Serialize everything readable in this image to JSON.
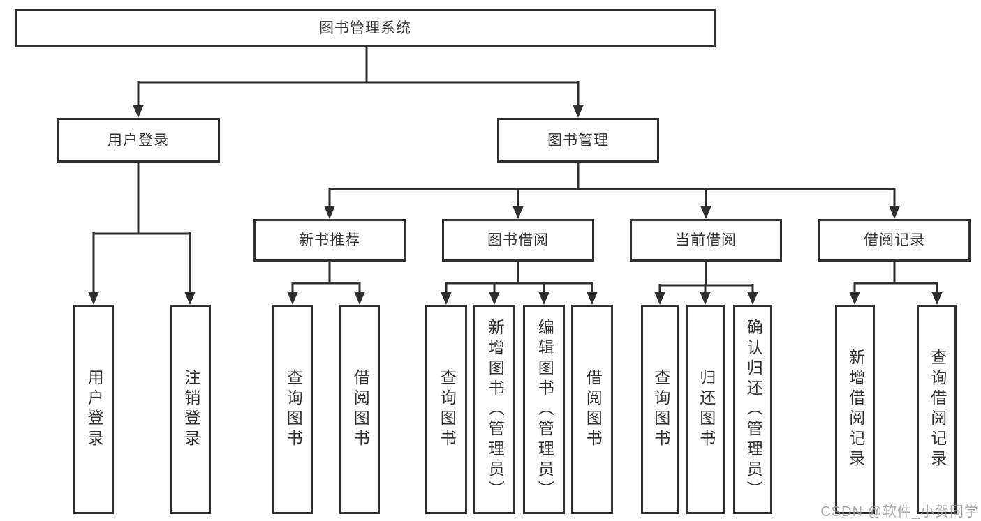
{
  "tree": {
    "label": "图书管理系统",
    "children": [
      {
        "label": "用户登录",
        "children": [
          {
            "label": "用户登录"
          },
          {
            "label": "注销登录"
          }
        ]
      },
      {
        "label": "图书管理",
        "children": [
          {
            "label": "新书推荐",
            "children": [
              {
                "label": "查询图书"
              },
              {
                "label": "借阅图书"
              }
            ]
          },
          {
            "label": "图书借阅",
            "children": [
              {
                "label": "查询图书"
              },
              {
                "label": "新增图书（管理员）"
              },
              {
                "label": "编辑图书（管理员）"
              },
              {
                "label": "借阅图书"
              }
            ]
          },
          {
            "label": "当前借阅",
            "children": [
              {
                "label": "查询图书"
              },
              {
                "label": "归还图书"
              },
              {
                "label": "确认归还（管理员）"
              }
            ]
          },
          {
            "label": "借阅记录",
            "children": [
              {
                "label": "新增借阅记录"
              },
              {
                "label": "查询借阅记录"
              }
            ]
          }
        ]
      }
    ]
  },
  "watermark": "CSDN @软件_小贺同学",
  "colors": {
    "line": "#2e2e2e",
    "box_border": "#2e2e2e",
    "text": "#333333",
    "watermark": "#9e9ea0",
    "background": "#ffffff"
  }
}
